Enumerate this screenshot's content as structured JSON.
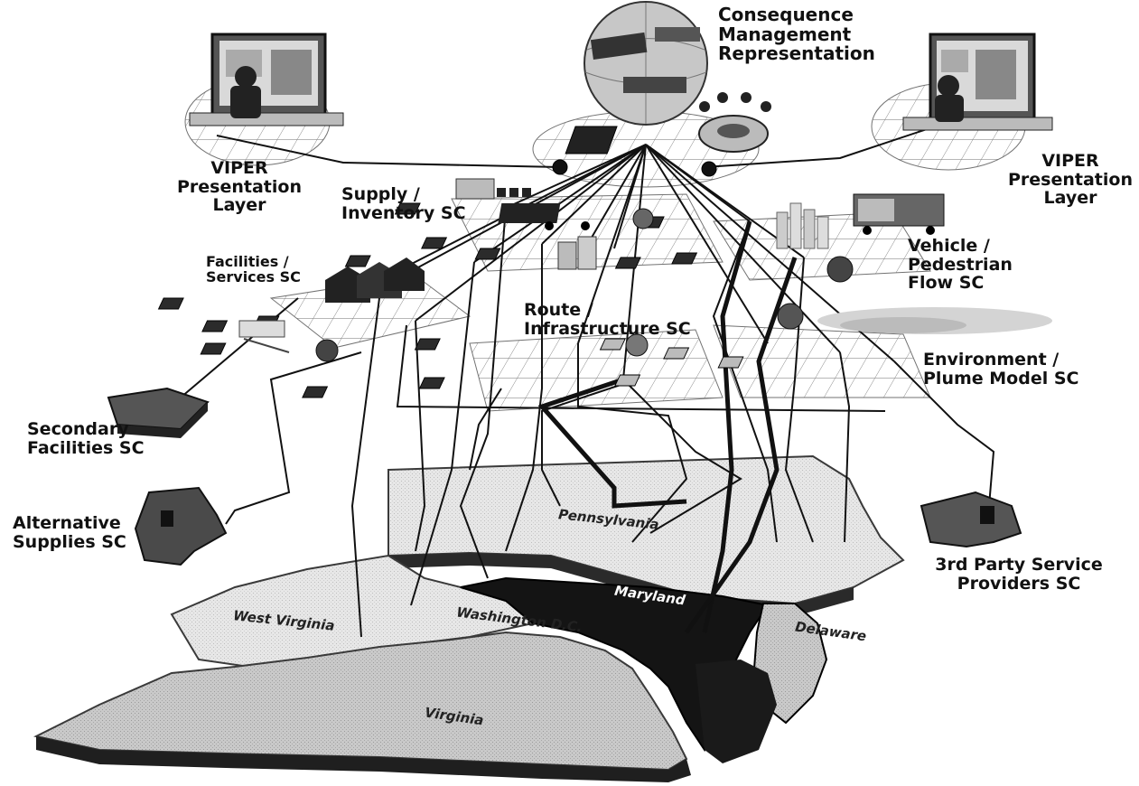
{
  "labels": {
    "consequence": [
      "Consequence",
      "Management",
      "Representation"
    ],
    "viper_left": [
      "VIPER",
      "Presentation",
      "Layer"
    ],
    "viper_right": [
      "VIPER",
      "Presentation",
      "Layer"
    ],
    "supply": [
      "Supply /",
      "Inventory SC"
    ],
    "facilities": [
      "Facilities /",
      "Services SC"
    ],
    "vehicle": [
      "Vehicle /",
      "Pedestrian",
      "Flow SC"
    ],
    "route": [
      "Route /",
      "Infrastructure SC"
    ],
    "environment": [
      "Environment /",
      "Plume Model SC"
    ],
    "secondary": [
      "Secondary",
      "Facilities SC"
    ],
    "alternative": [
      "Alternative",
      "Supplies SC"
    ],
    "third_party": [
      "3rd Party Service",
      "Providers SC"
    ]
  },
  "states": {
    "pennsylvania": "Pennsylvania",
    "maryland": "Maryland",
    "west_virginia": "West Virginia",
    "washington": "Washington D.C.",
    "delaware": "Delaware",
    "virginia": "Virginia"
  },
  "colors": {
    "state_fill": "#e6e6e6",
    "virginia_fill": "#c8c8c8",
    "maryland_fill": "#141414",
    "state_edge": "#3a3a3a",
    "connector": "#111111"
  }
}
